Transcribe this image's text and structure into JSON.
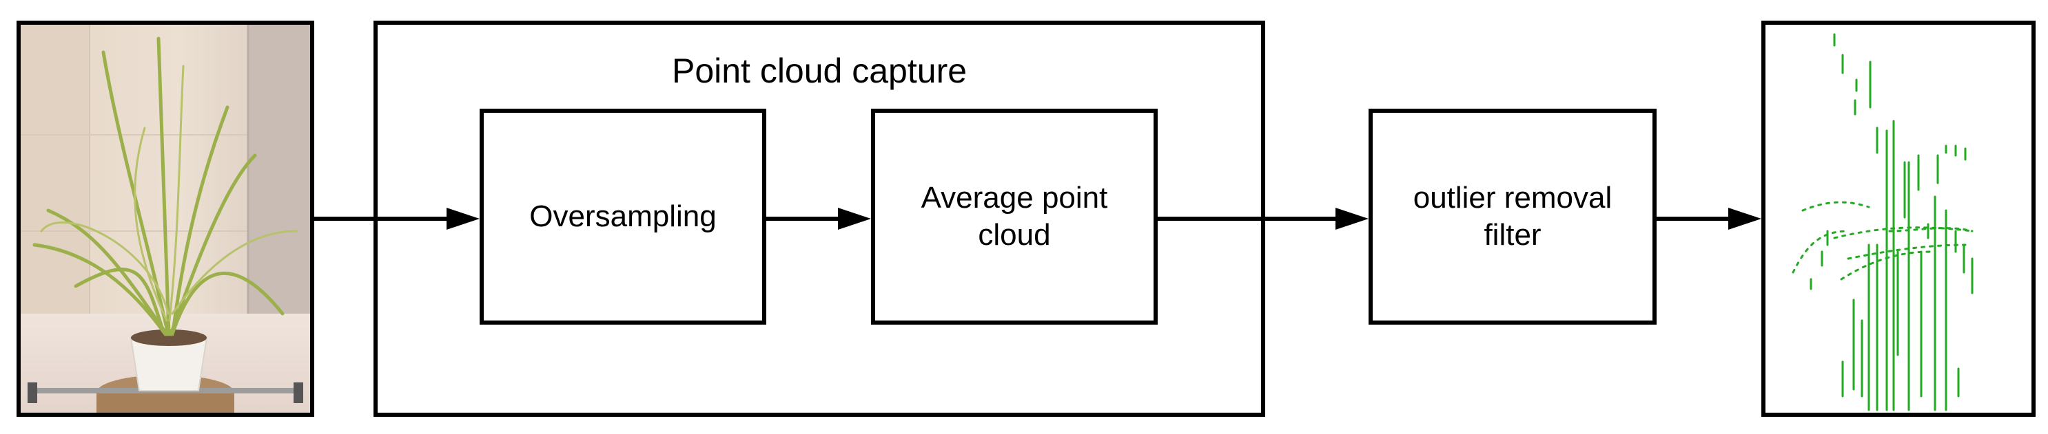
{
  "diagram": {
    "capture_title": "Point cloud capture",
    "oversampling_label": "Oversampling",
    "average_label": "Average point cloud",
    "filter_label": "outlier removal filter"
  },
  "colors": {
    "stroke": "#000000",
    "point_cloud": "#22aa22"
  },
  "images": {
    "input": "plant-photo",
    "output": "filtered-point-cloud"
  }
}
